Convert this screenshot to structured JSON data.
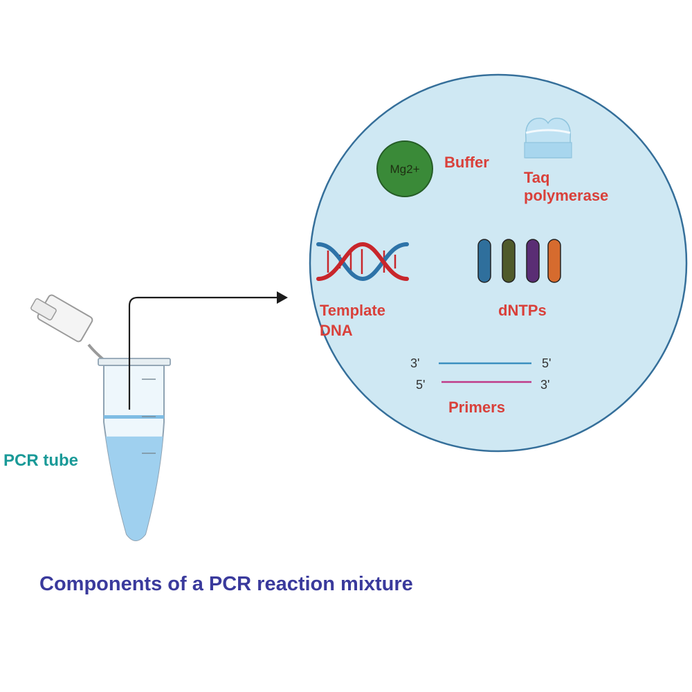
{
  "title": "Components of a PCR reaction mixture",
  "tube": {
    "label": "PCR tube",
    "fill_level": 0.6
  },
  "mixture": {
    "buffer": {
      "ion": "Mg2+",
      "label": "Buffer"
    },
    "polymerase": {
      "label_line1": "Taq",
      "label_line2": "polymerase"
    },
    "template": {
      "label_line1": "Template",
      "label_line2": "DNA"
    },
    "dntps": {
      "label": "dNTPs",
      "colors": [
        "#2f6f9c",
        "#4f5a2a",
        "#5a2d74",
        "#d66b2e"
      ]
    },
    "primers": {
      "label": "Primers",
      "top": {
        "left_end": "3'",
        "right_end": "5'",
        "color": "#3b8fc0"
      },
      "bottom": {
        "left_end": "5'",
        "right_end": "3'",
        "color": "#c03a88"
      }
    }
  },
  "colors": {
    "circle_fill": "#cfe8f3",
    "circle_stroke": "#356f9a",
    "label_red": "#d9403a",
    "label_teal": "#1a9a98",
    "title": "#3a3a9c",
    "buffer_green": "#3a8a38",
    "dna_red": "#c8262b",
    "dna_blue": "#2d73a8",
    "liquid": "#9fd0ef"
  }
}
